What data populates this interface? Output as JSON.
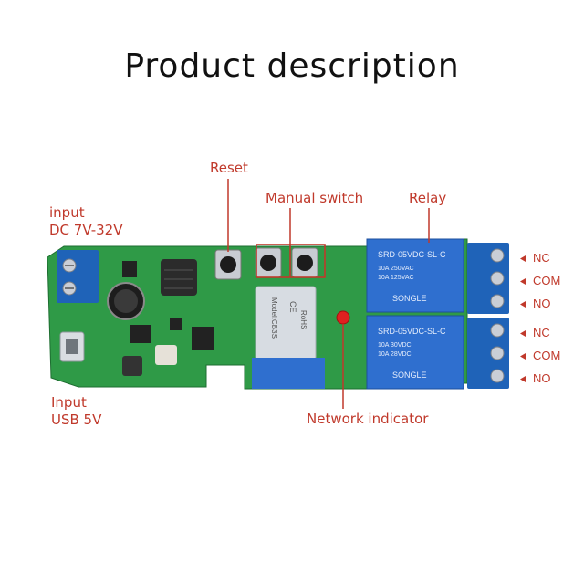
{
  "title": "Product description",
  "labels": {
    "input_dc_1": "input",
    "input_dc_2": "DC 7V-32V",
    "input_usb_1": "Input",
    "input_usb_2": "USB 5V",
    "reset": "Reset",
    "manual_switch": "Manual switch",
    "relay": "Relay",
    "network_indicator": "Network indicator"
  },
  "relay_terminals": {
    "top": [
      "NC",
      "COM",
      "NO"
    ],
    "bottom": [
      "NC",
      "COM",
      "NO"
    ]
  },
  "relay_markings": {
    "model": "SRD-05VDC-SL-C",
    "brand": "SONGLE",
    "ratings": [
      "10A 250VAC",
      "10A 125VAC",
      "10A 30VDC",
      "10A 28VDC"
    ]
  },
  "module_markings": {
    "model": "Model:CB3S",
    "ce": "CE",
    "rohs": "RoHS"
  },
  "colors": {
    "pcb": "#2f9a47",
    "relay": "#2f6fcf",
    "terminal": "#1f63b8",
    "annotation": "#c0392b"
  }
}
